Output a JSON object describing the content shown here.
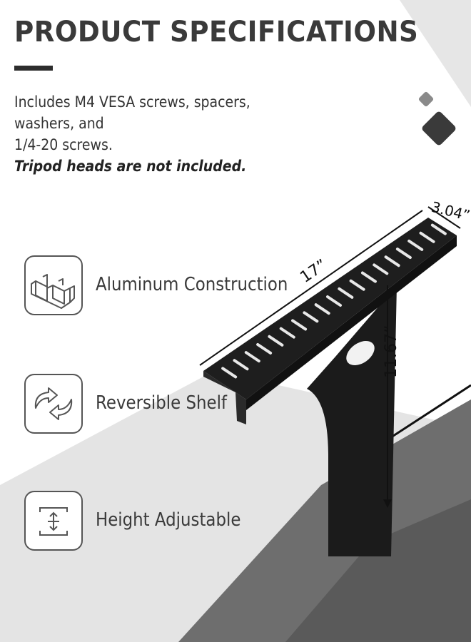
{
  "header": {
    "title": "PRODUCT SPECIFICATIONS"
  },
  "intro": {
    "line1": "Includes M4 VESA screws, spacers, washers, and",
    "line2": "1/4-20 screws.",
    "note": "Tripod heads are not included."
  },
  "features": [
    {
      "label": "Aluminum Construction",
      "icon": "aluminum-profile-icon"
    },
    {
      "label": "Reversible Shelf",
      "icon": "reverse-arrows-icon"
    },
    {
      "label": "Height Adjustable",
      "icon": "height-adjust-icon"
    }
  ],
  "dimensions": {
    "length": "17”",
    "width": "3.04”",
    "height": "11.67”"
  },
  "colors": {
    "shelf": "#1b1b1b",
    "text": "#3a3a3a",
    "floor_dark": "#6b6b6b",
    "floor_light": "#e4e4e4"
  }
}
